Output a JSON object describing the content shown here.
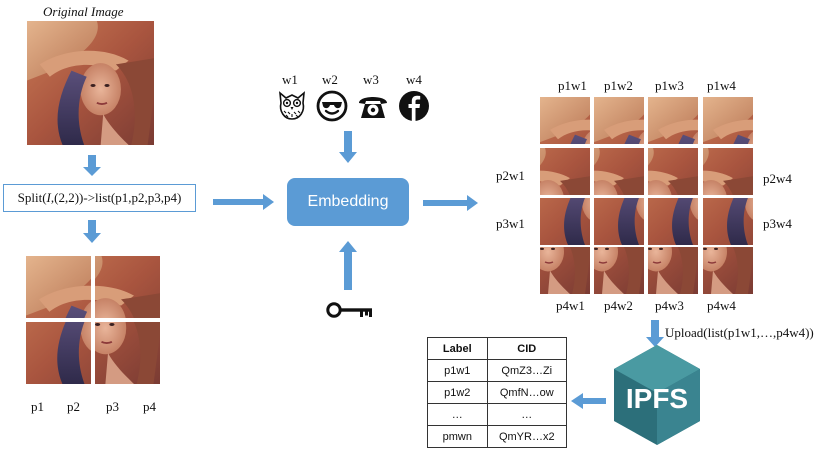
{
  "original": {
    "caption": "Original Image"
  },
  "split": {
    "prefix": "Split(",
    "arg_i": "I",
    "arg_rest": ",(2,2))->list(p1,p2,p3,p4)"
  },
  "pieces": [
    "p1",
    "p2",
    "p3",
    "p4"
  ],
  "watermarks": [
    {
      "label": "w1",
      "icon": "owl-icon"
    },
    {
      "label": "w2",
      "icon": "smiley-sunglasses-icon"
    },
    {
      "label": "w3",
      "icon": "telephone-icon"
    },
    {
      "label": "w4",
      "icon": "facebook-icon"
    }
  ],
  "embedding": {
    "label": "Embedding"
  },
  "key": {
    "icon": "key-icon"
  },
  "grid": {
    "top": [
      "p1w1",
      "p1w2",
      "p1w3",
      "p1w4"
    ],
    "left": [
      "p2w1",
      "p3w1"
    ],
    "right": [
      "p2w4",
      "p3w4"
    ],
    "bottom": [
      "p4w1",
      "p4w2",
      "p4w3",
      "p4w4"
    ]
  },
  "upload": {
    "label": "Upload(list(p1w1,…,p4w4))"
  },
  "ipfs": {
    "label": "IPFS"
  },
  "table": {
    "headers": [
      "Label",
      "CID"
    ],
    "rows": [
      [
        "p1w1",
        "QmZ3…Zi"
      ],
      [
        "p1w2",
        "QmfN…ow"
      ],
      [
        "…",
        "…"
      ],
      [
        "pmwn",
        "QmYR…x2"
      ]
    ]
  },
  "colors": {
    "accent": "#5b9bd5",
    "ipfs_dark": "#2c6f7a",
    "ipfs_light": "#4a9aa2"
  }
}
